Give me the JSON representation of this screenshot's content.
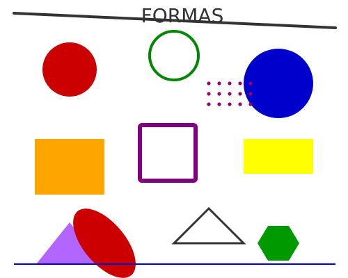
{
  "title": "FORMAS",
  "colors": {
    "red": "#cc0000",
    "green": "#008800",
    "blue": "#0000cc",
    "dots": "#8b0a6e",
    "orange": "#ffa500",
    "purple": "#800080",
    "yellow": "#ffff00",
    "violet": "#b266ff",
    "hexagon": "#009900",
    "lineDark": "#333333",
    "lineBlue": "#0000cc"
  },
  "shapes": [
    {
      "name": "top-diagonal-line",
      "kind": "line"
    },
    {
      "name": "red-filled-circle",
      "kind": "circle",
      "color": "red",
      "filled": true
    },
    {
      "name": "green-outline-circle",
      "kind": "circle",
      "color": "green",
      "filled": false
    },
    {
      "name": "blue-filled-circle",
      "kind": "circle",
      "color": "blue",
      "filled": true
    },
    {
      "name": "dot-grid",
      "kind": "dots",
      "color": "dots",
      "rows": 3,
      "cols": 5
    },
    {
      "name": "orange-rectangle",
      "kind": "rect",
      "color": "orange",
      "filled": true
    },
    {
      "name": "purple-outline-square",
      "kind": "rect",
      "color": "purple",
      "filled": false
    },
    {
      "name": "yellow-rectangle",
      "kind": "rect",
      "color": "yellow",
      "filled": true
    },
    {
      "name": "violet-triangle",
      "kind": "triangle",
      "color": "violet",
      "filled": true
    },
    {
      "name": "red-rotated-ellipse",
      "kind": "ellipse",
      "color": "red",
      "filled": true
    },
    {
      "name": "outline-triangle",
      "kind": "triangle",
      "color": "lineDark",
      "filled": false
    },
    {
      "name": "green-hexagon",
      "kind": "hexagon",
      "color": "hexagon",
      "filled": true
    },
    {
      "name": "bottom-baseline",
      "kind": "line"
    }
  ]
}
